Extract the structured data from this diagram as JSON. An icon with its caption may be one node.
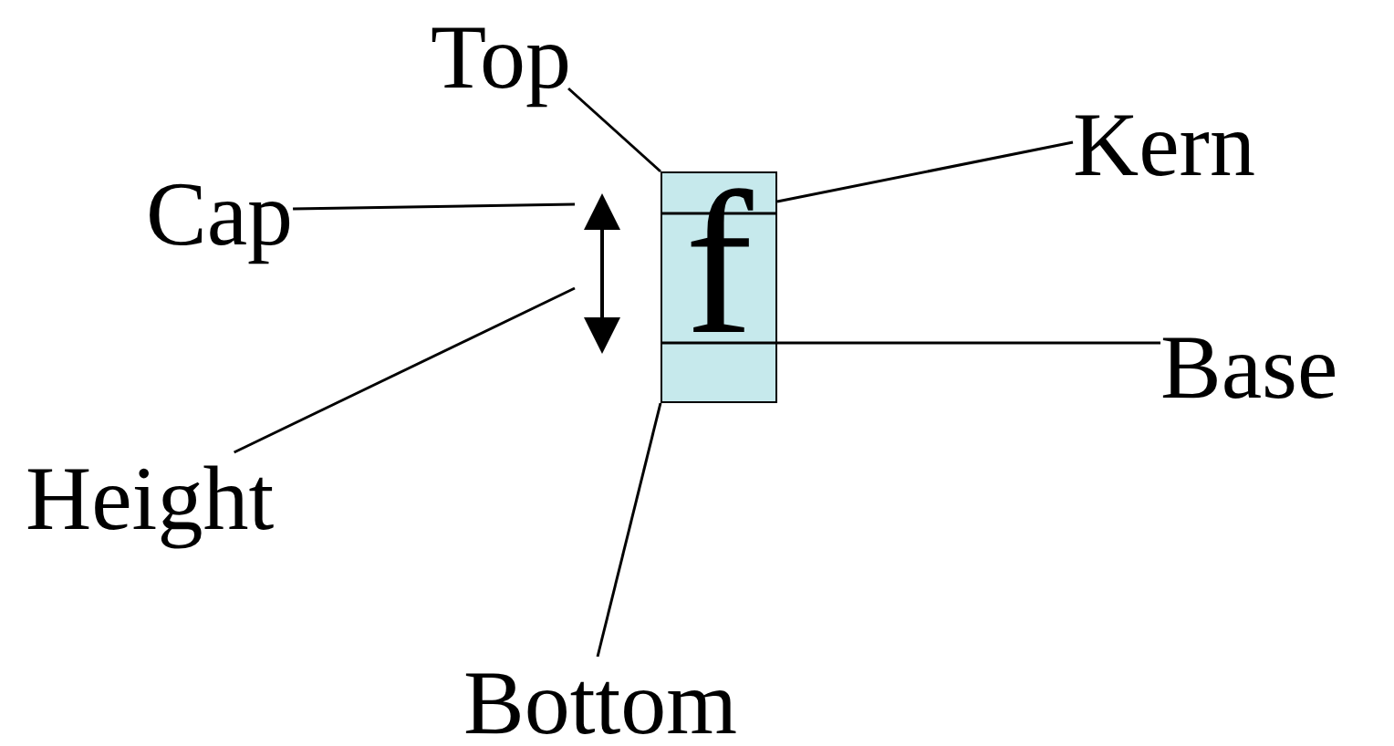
{
  "diagram": {
    "nodes": [
      {
        "text": [
          "Top"
        ]
      },
      {
        "text": [
          "Cap"
        ]
      },
      {
        "text": [
          "Kern"
        ]
      },
      {
        "text": [
          "Height"
        ]
      },
      {
        "text": [
          "Base"
        ]
      },
      {
        "text": [
          "Bottom"
        ]
      },
      {
        "text": [
          "f"
        ]
      }
    ],
    "edges": [
      {
        "from": 0,
        "to": 6,
        "arrow": "none"
      },
      {
        "from": 1,
        "to": null,
        "arrow": "none"
      },
      {
        "from": 2,
        "to": 6,
        "arrow": "none"
      },
      {
        "from": 3,
        "to": null,
        "arrow": "none"
      },
      {
        "from": 4,
        "to": 6,
        "arrow": "none"
      },
      {
        "from": 5,
        "to": 6,
        "arrow": "none"
      }
    ]
  }
}
